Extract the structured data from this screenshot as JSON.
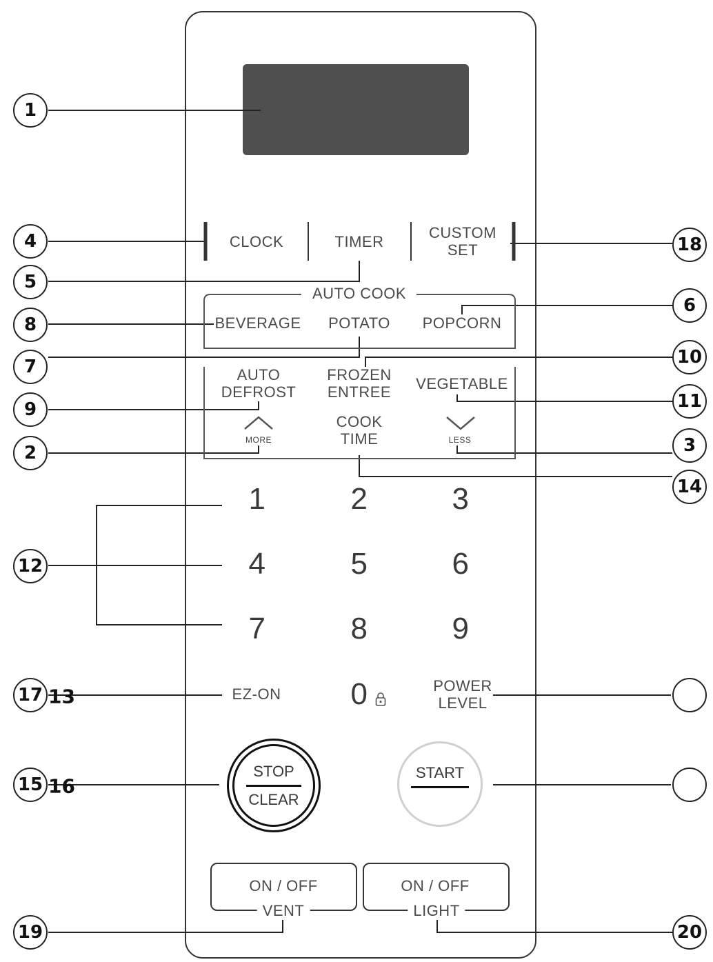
{
  "display": {},
  "top_row": {
    "clock": "CLOCK",
    "timer": "TIMER",
    "custom_set_1": "CUSTOM",
    "custom_set_2": "SET"
  },
  "auto_cook": {
    "heading": "AUTO COOK",
    "beverage": "BEVERAGE",
    "potato": "POTATO",
    "popcorn": "POPCORN"
  },
  "middle": {
    "auto_defrost_1": "AUTO",
    "auto_defrost_2": "DEFROST",
    "frozen_entree_1": "FROZEN",
    "frozen_entree_2": "ENTREE",
    "vegetable": "VEGETABLE",
    "more": "MORE",
    "cook_time_1": "COOK",
    "cook_time_2": "TIME",
    "less": "LESS"
  },
  "keypad": {
    "k1": "1",
    "k2": "2",
    "k3": "3",
    "k4": "4",
    "k5": "5",
    "k6": "6",
    "k7": "7",
    "k8": "8",
    "k9": "9",
    "k0": "0"
  },
  "bottom": {
    "ez_on": "EZ-ON",
    "power_level_1": "POWER",
    "power_level_2": "LEVEL",
    "stop": "STOP",
    "clear": "CLEAR",
    "start": "START",
    "vent_onoff": "ON / OFF",
    "vent": "VENT",
    "light_onoff": "ON / OFF",
    "light": "LIGHT"
  },
  "callouts": {
    "c1": "1",
    "c2": "2",
    "c3": "3",
    "c4": "4",
    "c5": "5",
    "c6": "6",
    "c7": "7",
    "c8": "8",
    "c9": "9",
    "c10": "10",
    "c11": "11",
    "c12": "12",
    "c13": "13",
    "c14": "14",
    "c15": "15",
    "c16": "16",
    "c17": "17",
    "c18": "18",
    "c19": "19",
    "c20": "20"
  },
  "icons": {
    "more": "chevron-up-icon",
    "less": "chevron-down-icon",
    "lock": "lock-icon"
  }
}
